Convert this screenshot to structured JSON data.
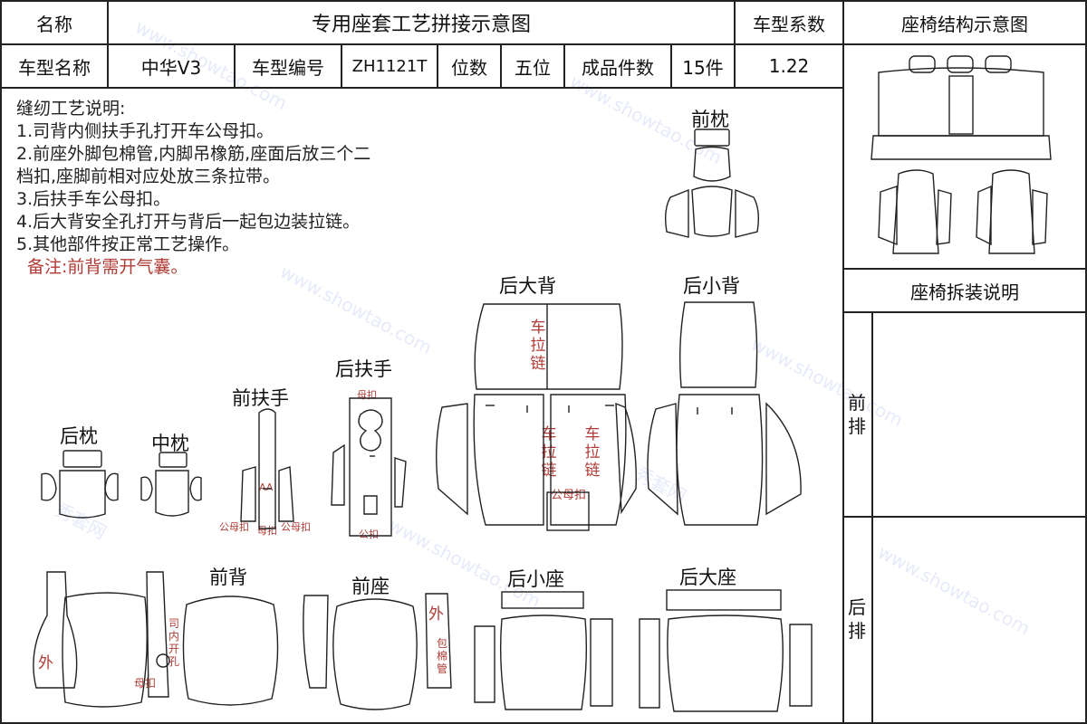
{
  "header": {
    "name_label": "名称",
    "title": "专用座套工艺拼接示意图",
    "coef_label": "车型系数",
    "structure_label": "座椅结构示意图"
  },
  "info_row": {
    "model_name_label": "车型名称",
    "model_name": "中华V3",
    "model_code_label": "车型编号",
    "model_code": "ZH1121T",
    "seats_label": "位数",
    "seats": "五位",
    "pieces_label": "成品件数",
    "pieces": "15件",
    "coef": "1.22"
  },
  "notes": {
    "heading": "缝纫工艺说明:",
    "items": [
      "1.司背内侧扶手孔打开车公母扣。",
      "2.前座外脚包棉管,内脚吊橡筋,座面后放三个二",
      "档扣,座脚前相对应处放三条拉带。",
      "3.后扶手车公母扣。",
      "4.后大背安全孔打开与背后一起包边装拉链。",
      "5.其他部件按正常工艺操作。"
    ],
    "remark": "备注:前背需开气囊。"
  },
  "parts": {
    "front_headrest": "前枕",
    "rear_big_back": "后大背",
    "rear_small_back": "后小背",
    "rear_armrest": "后扶手",
    "front_armrest": "前扶手",
    "rear_headrest": "后枕",
    "mid_headrest": "中枕",
    "front_back": "前背",
    "front_seat": "前座",
    "rear_small_seat": "后小座",
    "rear_big_seat": "后大座"
  },
  "annotations": {
    "zipper": "车拉链",
    "female_snap": "母扣",
    "male_snap": "公扣",
    "male_female_snap": "公母扣",
    "aa": "AA",
    "outer": "外",
    "inner_hole": "司内开孔",
    "female_snap_2": "母扣",
    "cotton_tube": "包棉管",
    "male_female_snap_2": "公母扣"
  },
  "sidebar": {
    "disassembly_label": "座椅拆装说明",
    "front_row": "前排",
    "rear_row": "后排"
  },
  "watermark": {
    "site": "www.showtao.com",
    "brand": "秀套网"
  }
}
